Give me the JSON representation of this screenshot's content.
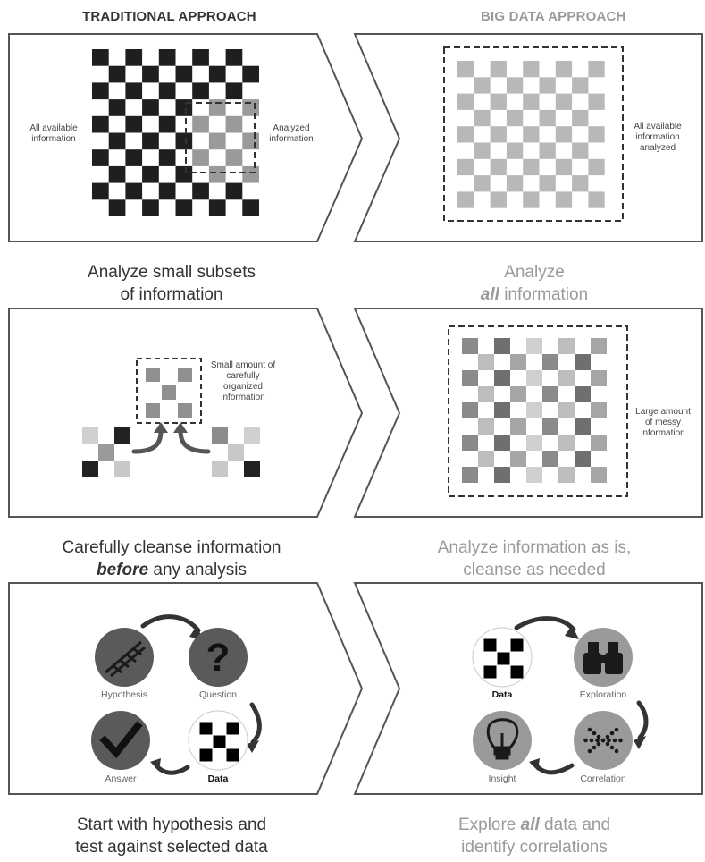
{
  "headers": {
    "left": "TRADITIONAL APPROACH",
    "right": "BIG DATA APPROACH"
  },
  "row1": {
    "left": {
      "label_all": "All available information",
      "label_analyzed": "Analyzed information"
    },
    "right": {
      "label": "All available information analyzed"
    },
    "caption_left": [
      "Analyze small subsets",
      "of information"
    ],
    "caption_right": [
      "Analyze",
      "all",
      " information"
    ]
  },
  "row2": {
    "left": {
      "label": "Small amount of carefully organized information"
    },
    "right": {
      "label": "Large amount of messy information"
    },
    "caption_left": [
      "Carefully cleanse information",
      "before",
      " any analysis"
    ],
    "caption_right": [
      "Analyze information as is,",
      "cleanse as needed"
    ]
  },
  "row3": {
    "left_nodes": {
      "hypothesis": "Hypothesis",
      "question": "Question",
      "answer": "Answer",
      "data": "Data"
    },
    "right_nodes": {
      "data": "Data",
      "exploration": "Exploration",
      "insight": "Insight",
      "correlation": "Correlation"
    },
    "caption_left": [
      "Start with hypothesis and",
      "test against selected data"
    ],
    "caption_right": [
      "Explore ",
      "all",
      " data and",
      "identify correlations"
    ]
  },
  "colors": {
    "dark": "#1f1f1f",
    "mid": "#808080",
    "light": "#bdbdbd",
    "border": "#444"
  },
  "icons": [
    "dna-icon",
    "question-icon",
    "checkmark-icon",
    "data-pattern-icon",
    "binoculars-icon",
    "lightbulb-icon",
    "correlation-dots-icon"
  ]
}
